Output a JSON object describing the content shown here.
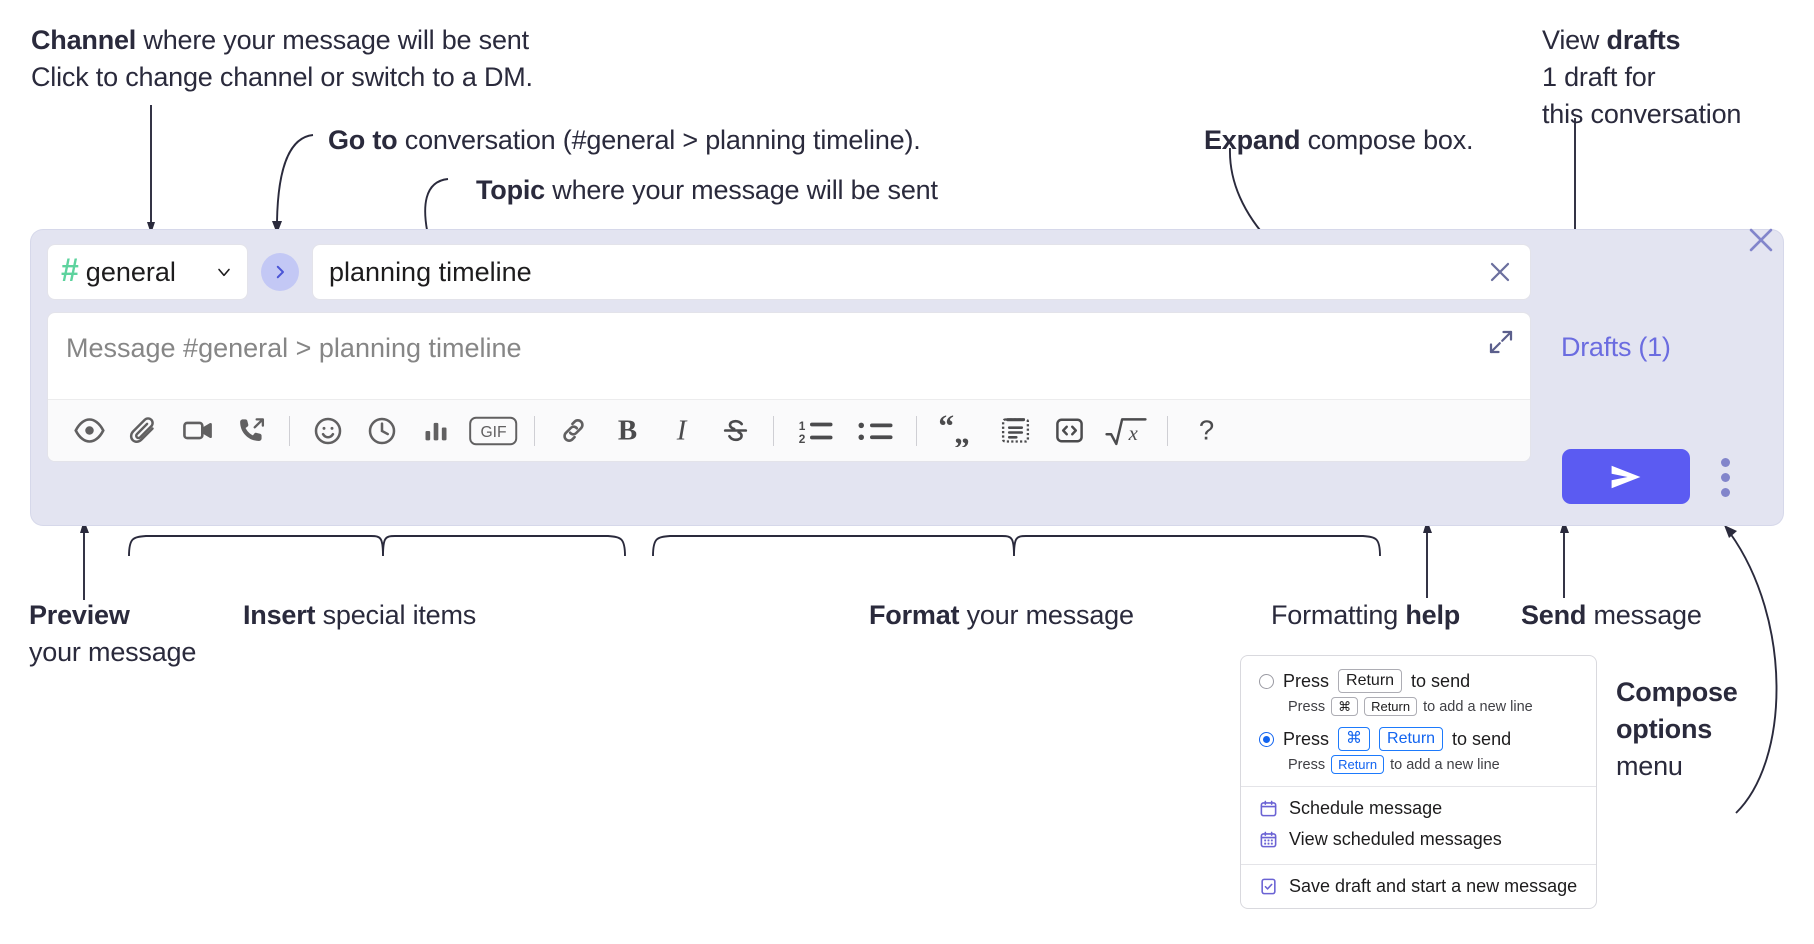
{
  "annotations": {
    "channel": {
      "line1_bold": "Channel",
      "line1_rest": " where your message will be sent",
      "line2_italic": "Click to change channel or switch to a DM."
    },
    "goto": {
      "bold": "Go to",
      "rest": " conversation (#general > planning timeline)."
    },
    "topic": {
      "bold": "Topic",
      "rest": " where your message will be sent"
    },
    "expand": {
      "bold": "Expand",
      "rest": " compose box."
    },
    "drafts": {
      "line1_rest": "View ",
      "line1_bold": "drafts",
      "line2_italic": "1 draft for",
      "line3_italic": "this conversation"
    },
    "preview": {
      "bold": "Preview",
      "line2": "your message"
    },
    "insert": {
      "bold": "Insert",
      "rest": " special items"
    },
    "format": {
      "bold": "Format",
      "rest": " your message"
    },
    "help": {
      "rest": "Formatting ",
      "bold": "help"
    },
    "send": {
      "bold": "Send",
      "rest": " message"
    },
    "compose_options": {
      "line1": "Compose",
      "line2": "options",
      "line3": "menu"
    }
  },
  "compose": {
    "channel_name": "general",
    "channel_hash": "#",
    "channel_chevron_icon": "chevron-down-icon",
    "goto_icon": "chevron-right-icon",
    "topic_value": "planning timeline",
    "topic_clear_icon": "close-icon",
    "message_placeholder": "Message #general > planning timeline",
    "expand_icon": "expand-icon",
    "drafts_label": "Drafts (1)",
    "send_icon": "send-paper-plane-icon",
    "kebab_icon": "vertical-dots-icon",
    "close_icon": "close-icon",
    "accent_color": "#5b5bf2",
    "panel_color": "#e3e4f1",
    "hash_color": "#5ed39e",
    "drafts_color": "#6b6ce0",
    "toolbar": [
      {
        "name": "preview-icon",
        "label": "Preview"
      },
      {
        "name": "attachment-icon",
        "label": "Attach file"
      },
      {
        "name": "video-camera-icon",
        "label": "Record video clip"
      },
      {
        "name": "phone-forward-icon",
        "label": "Record audio clip"
      },
      {
        "name": "separator",
        "label": ""
      },
      {
        "name": "emoji-smiley-icon",
        "label": "Emoji"
      },
      {
        "name": "clock-icon",
        "label": "Reminder"
      },
      {
        "name": "bar-chart-icon",
        "label": "Poll"
      },
      {
        "name": "gif-icon",
        "label": "GIF"
      },
      {
        "name": "separator",
        "label": ""
      },
      {
        "name": "link-icon",
        "label": "Link"
      },
      {
        "name": "bold-icon",
        "label": "B"
      },
      {
        "name": "italic-icon",
        "label": "I"
      },
      {
        "name": "strikethrough-icon",
        "label": "Strikethrough"
      },
      {
        "name": "separator",
        "label": ""
      },
      {
        "name": "ordered-list-icon",
        "label": "Ordered list"
      },
      {
        "name": "bulleted-list-icon",
        "label": "Bulleted list"
      },
      {
        "name": "separator",
        "label": ""
      },
      {
        "name": "blockquote-icon",
        "label": "Blockquote"
      },
      {
        "name": "code-block-icon",
        "label": "Code block"
      },
      {
        "name": "inline-code-icon",
        "label": "Code"
      },
      {
        "name": "math-icon",
        "label": "Math"
      },
      {
        "name": "separator",
        "label": ""
      },
      {
        "name": "help-question-icon",
        "label": "?"
      }
    ]
  },
  "menu": {
    "options": [
      {
        "selected": false,
        "main_pre": "Press",
        "main_key": "Return",
        "main_post": "to send",
        "sub_pre": "Press",
        "sub_key1": "⌘",
        "sub_key2": "Return",
        "sub_post": "to add a new line"
      },
      {
        "selected": true,
        "main_pre": "Press",
        "main_key1": "⌘",
        "main_key2": "Return",
        "main_post": "to send",
        "sub_pre": "Press",
        "sub_key": "Return",
        "sub_post": "to add a new line"
      }
    ],
    "items": [
      {
        "icon": "calendar-icon",
        "label": "Schedule message"
      },
      {
        "icon": "calendar-grid-icon",
        "label": "View scheduled messages"
      },
      {
        "icon": "draft-check-icon",
        "label": "Save draft and start a new message"
      }
    ],
    "accent_color": "#1264f0",
    "icon_color": "#6b63d4"
  }
}
